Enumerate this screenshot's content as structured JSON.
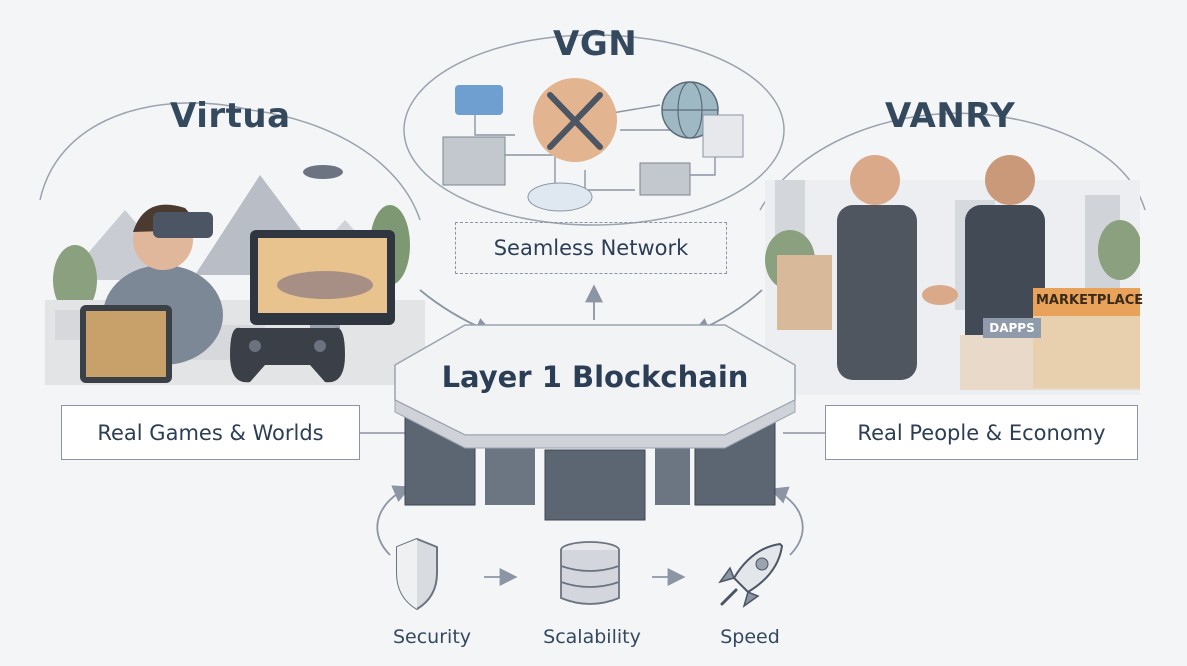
{
  "sections": {
    "virtua": {
      "title": "Virtua",
      "caption": "Real Games & Worlds"
    },
    "vgn": {
      "title": "VGN",
      "caption": "Seamless Network"
    },
    "vanry": {
      "title": "VANRY",
      "caption": "Real People & Economy"
    }
  },
  "core": {
    "title": "Layer 1 Blockchain"
  },
  "features": [
    {
      "label": "Security",
      "icon": "shield-icon"
    },
    {
      "label": "Scalability",
      "icon": "database-icon"
    },
    {
      "label": "Speed",
      "icon": "rocket-icon"
    }
  ],
  "storefront": {
    "marketplace": "MARKETPLACE",
    "dapps": "DAPPS"
  },
  "colors": {
    "accent_orange": "#e8a25a",
    "node_fill": "#e9ebef",
    "ink": "#2c3e55"
  }
}
